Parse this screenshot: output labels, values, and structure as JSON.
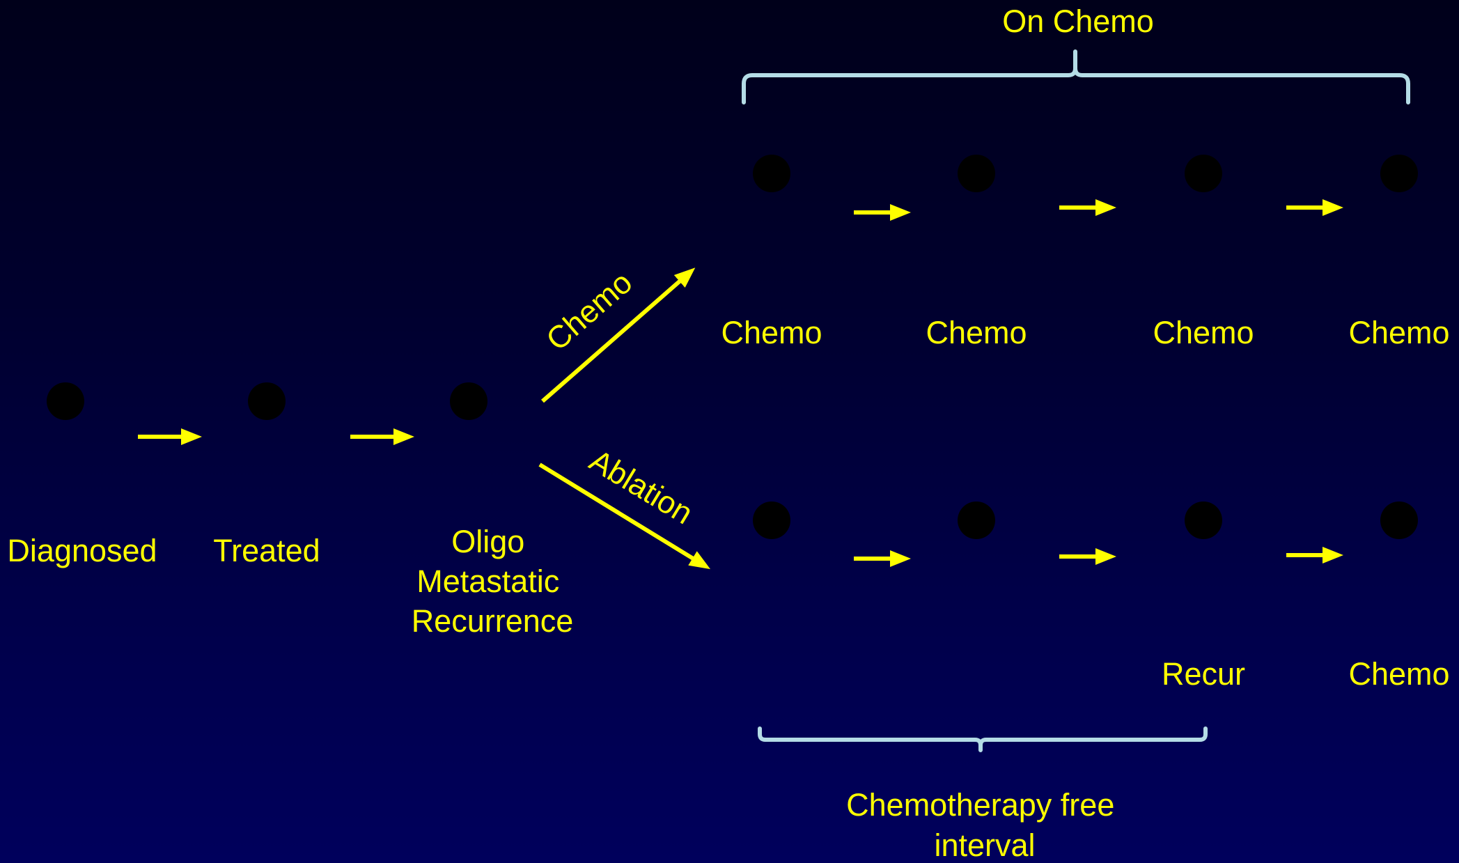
{
  "colors": {
    "background_top": "#00001a",
    "background_bottom": "#00005c",
    "text": "#ffff00",
    "arrow": "#ffff00",
    "figure": "#ffffff",
    "bracket": "#b4dce6"
  },
  "timeline": {
    "diagnosed": "Diagnosed",
    "treated": "Treated",
    "oligo_lines": [
      "Oligo",
      "Metastatic",
      "Recurrence"
    ]
  },
  "branches": {
    "chemo_label": "Chemo",
    "ablation_label": "Ablation"
  },
  "chemo_path": {
    "bracket_label": "On Chemo",
    "labels": [
      "Chemo",
      "Chemo",
      "Chemo",
      "Chemo"
    ]
  },
  "ablation_path": {
    "labels": [
      "",
      "",
      "Recur",
      "Chemo"
    ],
    "bracket_label_lines": [
      "Chemotherapy free",
      "interval"
    ]
  },
  "icons": {
    "person": "stick-figure-icon",
    "arrow": "arrow-right-icon",
    "bracket": "curly-brace-icon"
  }
}
